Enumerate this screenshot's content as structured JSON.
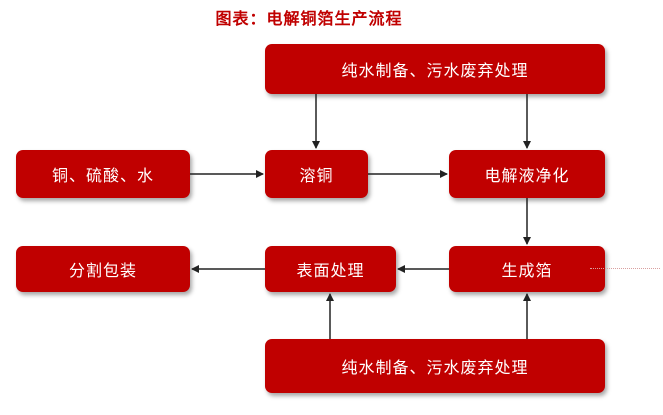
{
  "title": "图表：电解铜箔生产流程",
  "colors": {
    "box": "#c00000",
    "text": "#ffffff",
    "arrow": "#222222"
  },
  "nodes": {
    "pure_water_top": "纯水制备、污水废弃处理",
    "copper_acid_water": "铜、硫酸、水",
    "dissolve_copper": "溶铜",
    "electrolyte_purify": "电解液净化",
    "cut_pack": "分割包装",
    "surface_treatment": "表面处理",
    "foil_forming": "生成箔",
    "pure_water_bottom": "纯水制备、污水废弃处理"
  }
}
